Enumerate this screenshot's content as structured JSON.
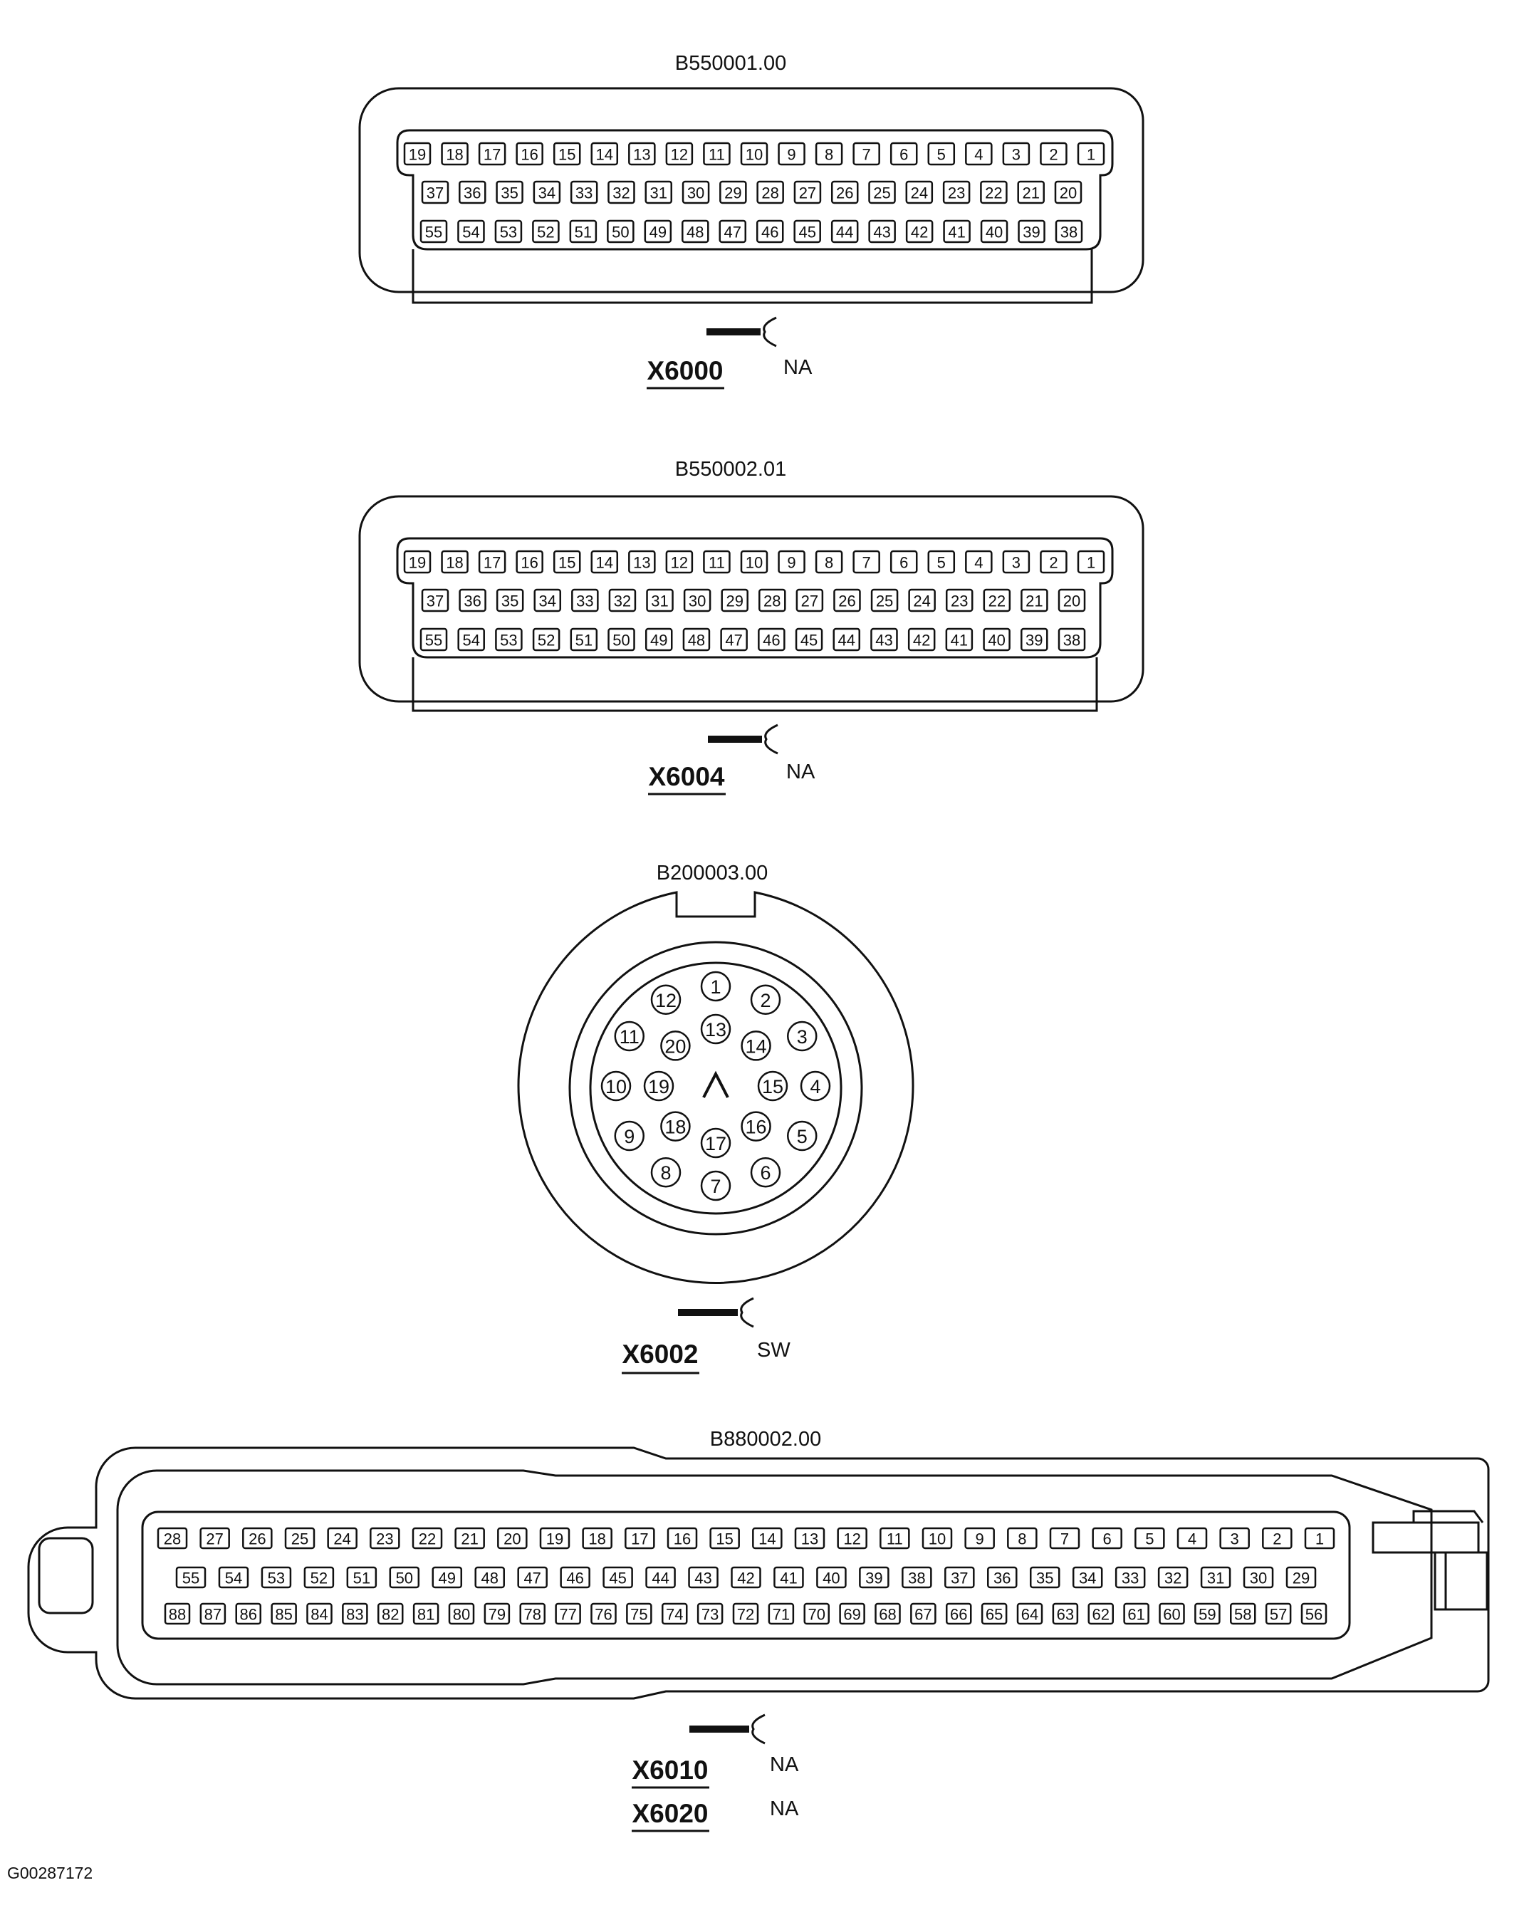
{
  "figure_id": "G00287172",
  "connectors": [
    {
      "part_number": "B550001.00",
      "labels": [
        {
          "id": "X6000",
          "note": "NA"
        }
      ],
      "pin_rows": [
        [
          "19",
          "18",
          "17",
          "16",
          "15",
          "14",
          "13",
          "12",
          "11",
          "10",
          "9",
          "8",
          "7",
          "6",
          "5",
          "4",
          "3",
          "2",
          "1"
        ],
        [
          "37",
          "36",
          "35",
          "34",
          "33",
          "32",
          "31",
          "30",
          "29",
          "28",
          "27",
          "26",
          "25",
          "24",
          "23",
          "22",
          "21",
          "20"
        ],
        [
          "55",
          "54",
          "53",
          "52",
          "51",
          "50",
          "49",
          "48",
          "47",
          "46",
          "45",
          "44",
          "43",
          "42",
          "41",
          "40",
          "39",
          "38"
        ]
      ]
    },
    {
      "part_number": "B550002.01",
      "labels": [
        {
          "id": "X6004",
          "note": "NA"
        }
      ],
      "pin_rows": [
        [
          "19",
          "18",
          "17",
          "16",
          "15",
          "14",
          "13",
          "12",
          "11",
          "10",
          "9",
          "8",
          "7",
          "6",
          "5",
          "4",
          "3",
          "2",
          "1"
        ],
        [
          "37",
          "36",
          "35",
          "34",
          "33",
          "32",
          "31",
          "30",
          "29",
          "28",
          "27",
          "26",
          "25",
          "24",
          "23",
          "22",
          "21",
          "20"
        ],
        [
          "55",
          "54",
          "53",
          "52",
          "51",
          "50",
          "49",
          "48",
          "47",
          "46",
          "45",
          "44",
          "43",
          "42",
          "41",
          "40",
          "39",
          "38"
        ]
      ]
    },
    {
      "part_number": "B200003.00",
      "labels": [
        {
          "id": "X6002",
          "note": "SW"
        }
      ],
      "outer_pins": [
        "1",
        "2",
        "3",
        "4",
        "5",
        "6",
        "7",
        "8",
        "9",
        "10",
        "11",
        "12"
      ],
      "middle_pins": [
        "13",
        "14",
        "15",
        "16",
        "17",
        "18",
        "19",
        "20"
      ]
    },
    {
      "part_number": "B880002.00",
      "labels": [
        {
          "id": "X6010",
          "note": "NA"
        },
        {
          "id": "X6020",
          "note": "NA"
        }
      ],
      "pin_rows": [
        [
          "28",
          "27",
          "26",
          "25",
          "24",
          "23",
          "22",
          "21",
          "20",
          "19",
          "18",
          "17",
          "16",
          "15",
          "14",
          "13",
          "12",
          "11",
          "10",
          "9",
          "8",
          "7",
          "6",
          "5",
          "4",
          "3",
          "2",
          "1"
        ],
        [
          "55",
          "54",
          "53",
          "52",
          "51",
          "50",
          "49",
          "48",
          "47",
          "46",
          "45",
          "44",
          "43",
          "42",
          "41",
          "40",
          "39",
          "38",
          "37",
          "36",
          "35",
          "34",
          "33",
          "32",
          "31",
          "30",
          "29"
        ],
        [
          "88",
          "87",
          "86",
          "85",
          "84",
          "83",
          "82",
          "81",
          "80",
          "79",
          "78",
          "77",
          "76",
          "75",
          "74",
          "73",
          "72",
          "71",
          "70",
          "69",
          "68",
          "67",
          "66",
          "65",
          "64",
          "63",
          "62",
          "61",
          "60",
          "59",
          "58",
          "57",
          "56"
        ]
      ]
    }
  ]
}
